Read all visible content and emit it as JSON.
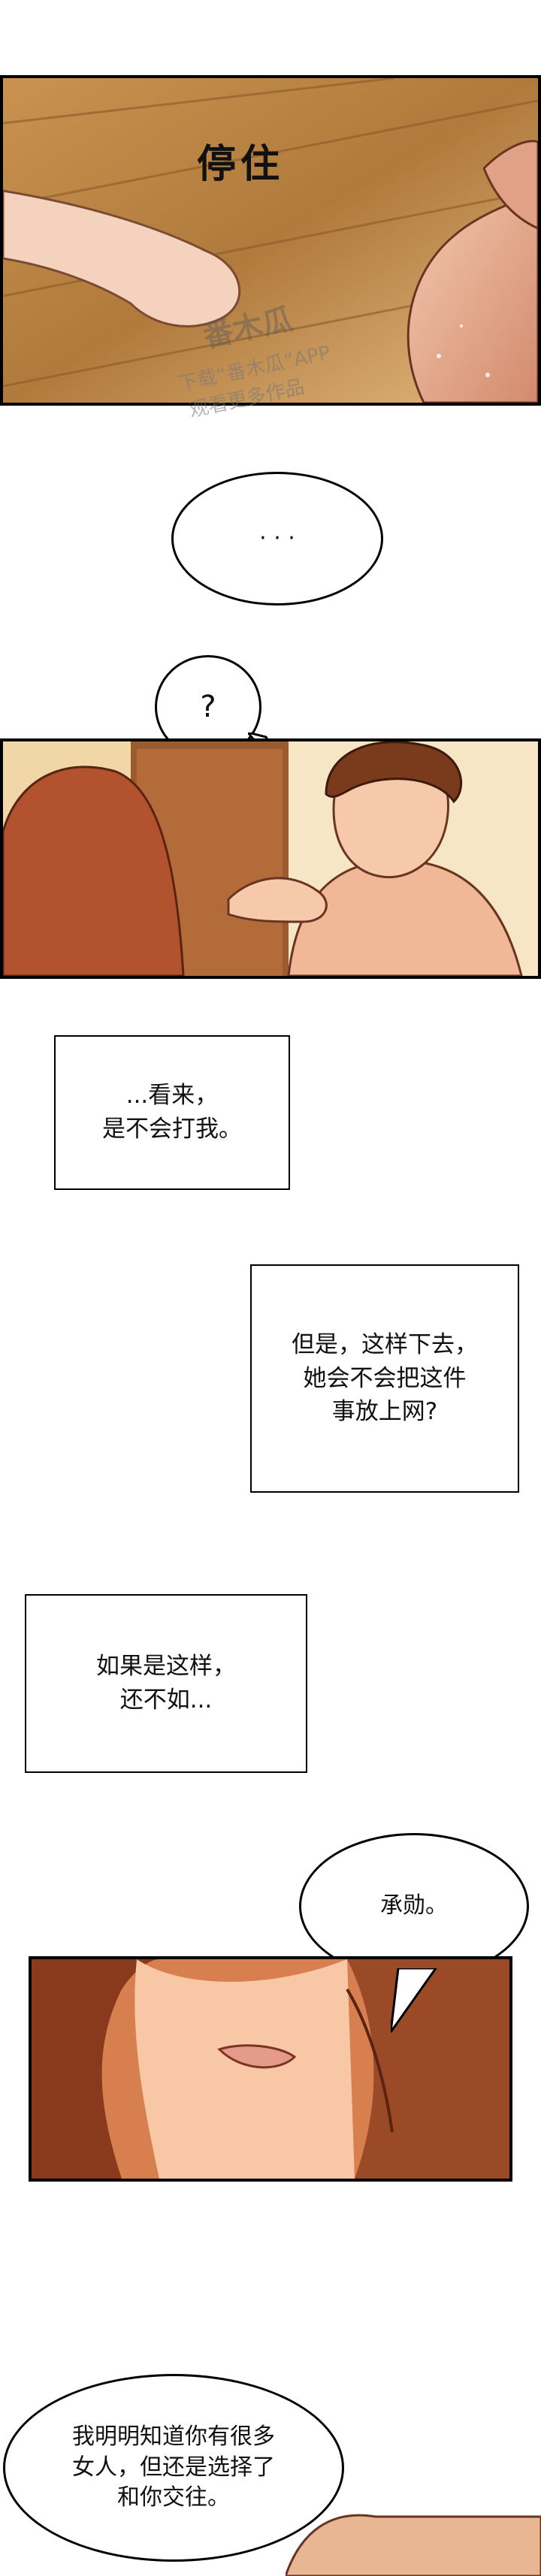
{
  "panel1": {
    "sfx": "停住",
    "watermark_line1": "下载“番木瓜”APP",
    "watermark_line2": "观看更多作品",
    "watermark_logo": "番木瓜"
  },
  "bubble_ellipsis": "· · ·",
  "bubble_question": "?",
  "box1": "...看来，\n是不会打我。",
  "box2": "但是，这样下去，\n她会不会把这件\n事放上网?",
  "box3": "如果是这样，\n还不如...",
  "bubble_name": "承勋。",
  "bubble_final": "我明明知道你有很多\n女人，但还是选择了\n和你交往。"
}
